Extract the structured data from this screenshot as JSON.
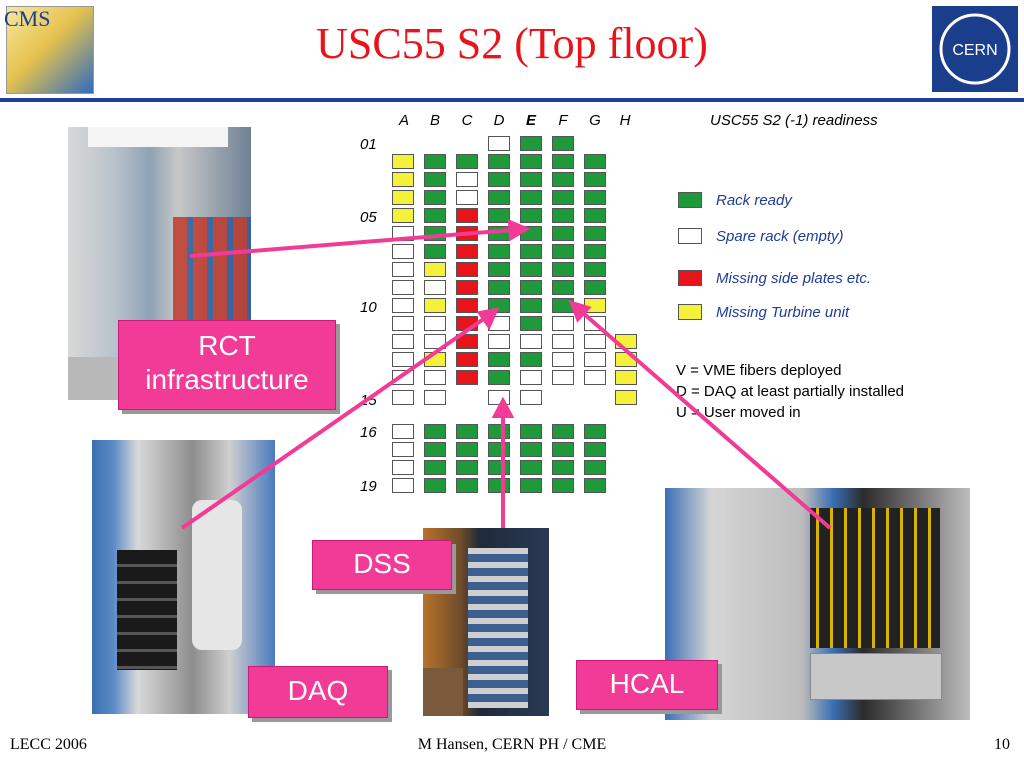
{
  "title": "USC55 S2 (Top floor)",
  "logos": {
    "cms": "CMS",
    "cern": "CERN"
  },
  "diagram": {
    "heading": "USC55 S2 (-1) readiness",
    "columns": [
      "A",
      "B",
      "C",
      "D",
      "E",
      "F",
      "G",
      "H"
    ],
    "row_labels": [
      "01",
      "05",
      "10",
      "15",
      "16",
      "19"
    ],
    "legend": [
      {
        "label": "Rack ready",
        "color": "#1e9a3a"
      },
      {
        "label": "Spare rack (empty)",
        "color": "#ffffff"
      },
      {
        "label": "Missing side plates etc.",
        "color": "#e8141c"
      },
      {
        "label": "Missing Turbine unit",
        "color": "#f5f03a"
      }
    ],
    "notes": [
      "V = VME fibers deployed",
      "D = DAQ at least partially installed",
      "U = User moved in"
    ]
  },
  "callouts": {
    "rct": "RCT infrastructure",
    "dss": "DSS",
    "daq": "DAQ",
    "hcal": "HCAL"
  },
  "footer": {
    "left": "LECC 2006",
    "center": "M Hansen, CERN PH / CME",
    "right": "10"
  }
}
